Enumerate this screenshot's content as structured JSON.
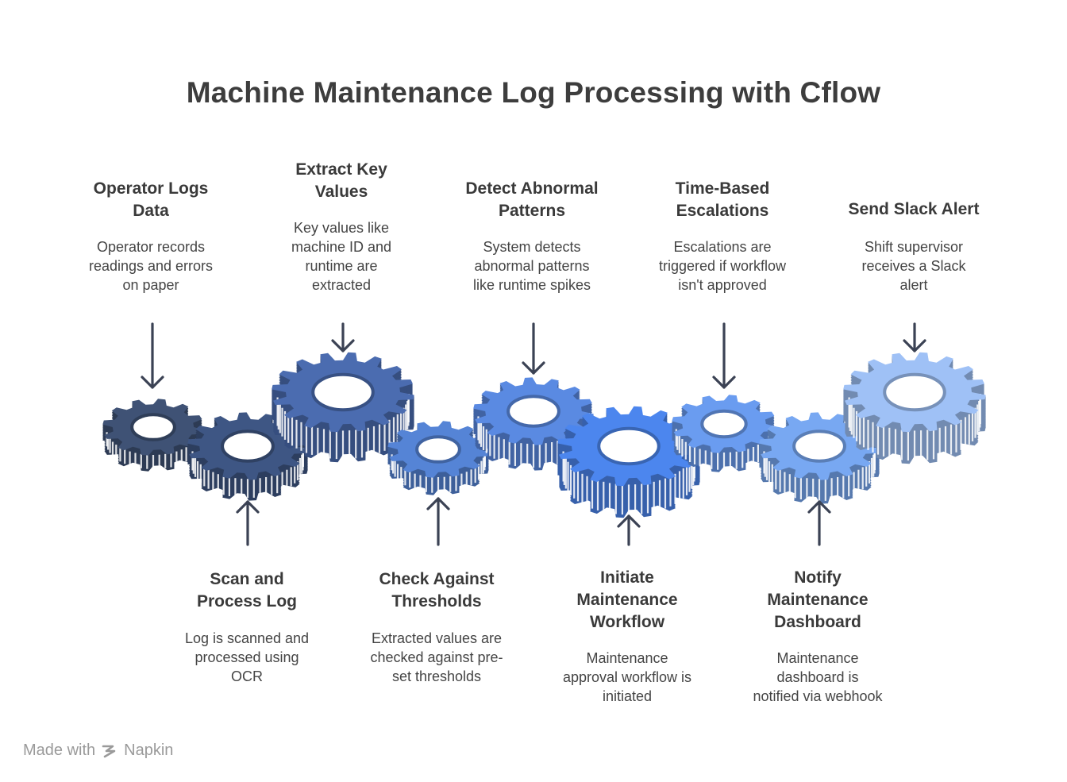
{
  "title": "Machine Maintenance Log Processing with Cflow",
  "steps_top": [
    {
      "title_lines": [
        "Operator Logs",
        "Data"
      ],
      "desc_lines": [
        "Operator records",
        "readings and errors",
        "on paper"
      ]
    },
    {
      "title_lines": [
        "Extract Key",
        "Values"
      ],
      "desc_lines": [
        "Key values like",
        "machine ID and",
        "runtime are",
        "extracted"
      ]
    },
    {
      "title_lines": [
        "Detect Abnormal",
        "Patterns"
      ],
      "desc_lines": [
        "System detects",
        "abnormal patterns",
        "like runtime spikes"
      ]
    },
    {
      "title_lines": [
        "Time-Based",
        "Escalations"
      ],
      "desc_lines": [
        "Escalations are",
        "triggered if workflow",
        "isn't approved"
      ]
    },
    {
      "title_lines": [
        "Send Slack Alert"
      ],
      "desc_lines": [
        "Shift supervisor",
        "receives a Slack",
        "alert"
      ]
    }
  ],
  "steps_bottom": [
    {
      "title_lines": [
        "Scan and",
        "Process Log"
      ],
      "desc_lines": [
        "Log is scanned and",
        "processed using",
        "OCR"
      ]
    },
    {
      "title_lines": [
        "Check Against",
        "Thresholds"
      ],
      "desc_lines": [
        "Extracted values are",
        "checked against pre-",
        "set thresholds"
      ]
    },
    {
      "title_lines": [
        "Initiate",
        "Maintenance",
        "Workflow"
      ],
      "desc_lines": [
        "Maintenance",
        "approval workflow is",
        "initiated"
      ]
    },
    {
      "title_lines": [
        "Notify",
        "Maintenance",
        "Dashboard"
      ],
      "desc_lines": [
        "Maintenance",
        "dashboard is",
        "notified via webhook"
      ]
    }
  ],
  "colors": {
    "gears": [
      "#3f5275",
      "#3e5684",
      "#4b6cb0",
      "#5584d6",
      "#5a8ae2",
      "#4c86ee",
      "#6a9cf0",
      "#78a8f2",
      "#9fc1f6"
    ],
    "arrow": "#3b4254",
    "title": "#3d3d3d"
  },
  "footer": {
    "made_with": "Made with",
    "brand": "Napkin"
  }
}
